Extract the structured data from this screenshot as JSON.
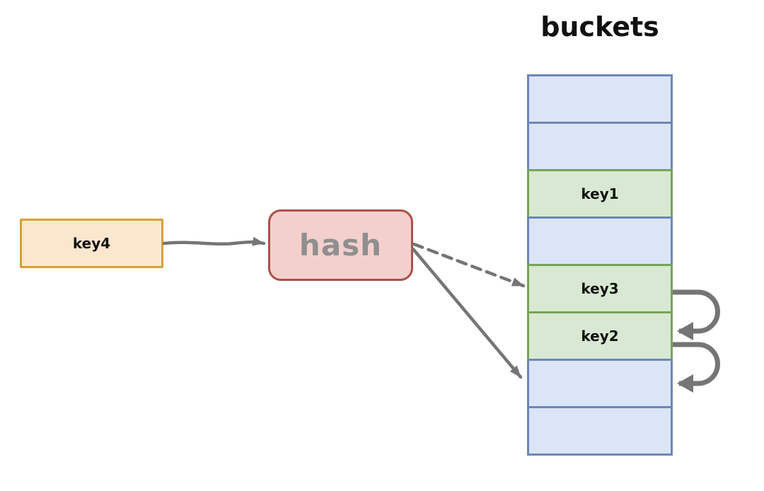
{
  "title": "buckets",
  "key_box": {
    "label": "key4"
  },
  "hash_box": {
    "label": "hash"
  },
  "buckets": {
    "rows": [
      {
        "label": "",
        "state": "empty"
      },
      {
        "label": "",
        "state": "empty"
      },
      {
        "label": "key1",
        "state": "occupied"
      },
      {
        "label": "",
        "state": "empty"
      },
      {
        "label": "key3",
        "state": "occupied"
      },
      {
        "label": "key2",
        "state": "occupied"
      },
      {
        "label": "",
        "state": "empty"
      },
      {
        "label": "",
        "state": "empty"
      }
    ]
  },
  "arrows": {
    "key4_to_hash": {
      "from": "key4",
      "to": "hash",
      "style": "solid"
    },
    "hash_to_key3_slot": {
      "from": "hash",
      "to": "bucket-row-key3",
      "style": "dashed"
    },
    "hash_to_empty_slot": {
      "from": "hash",
      "to": "bucket-row-empty-below-key2",
      "style": "solid"
    },
    "probe_key3_to_key2": {
      "from": "bucket-row-key3",
      "to": "bucket-row-key2",
      "style": "loop"
    },
    "probe_key2_to_empty": {
      "from": "bucket-row-key2",
      "to": "bucket-row-empty-below-key2",
      "style": "loop"
    }
  },
  "colors": {
    "bucket_empty_fill": "#dbe5f6",
    "bucket_empty_stroke": "#6d86ba",
    "bucket_occupied_fill": "#d9e8d2",
    "bucket_occupied_stroke": "#77a35a",
    "key_fill": "#fbe7cd",
    "key_stroke": "#d4a136",
    "hash_fill": "#f4d0cd",
    "hash_stroke": "#ad4f4a",
    "hash_text": "#8f8f8f",
    "arrow": "#757575",
    "label_text": "#111111"
  }
}
